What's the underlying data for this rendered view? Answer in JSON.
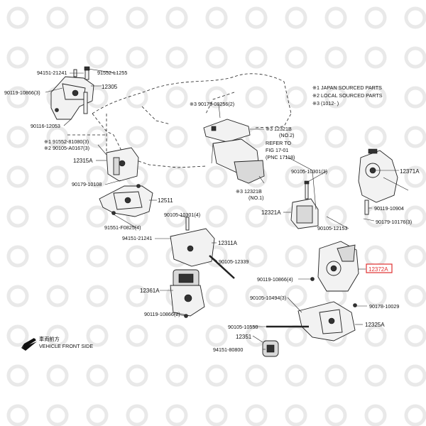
{
  "legend": {
    "line1": "※1 JAPAN SOURCED PARTS",
    "line2": "※2 LOCAL SOURCED PARTS",
    "line3": "※3 (1012-       )"
  },
  "front_indicator": {
    "jp": "車両前方",
    "en": "VEHICLE FRONT SIDE"
  },
  "refer_note": [
    "REFER TO",
    "FIG 17-01",
    "(PNC 17118)"
  ],
  "highlight_part": "12372A",
  "highlight_color": "#e03030",
  "labels": {
    "l94151_21241_top": "94151-21241",
    "l91552_l1255": "91552-L1255",
    "l90119_10866_3": "90119-10866(3)",
    "l12305": "12305",
    "l90116_12053": "90116-12053",
    "l91552_81080": "※1 91552-81080(3)",
    "l90105_a0167": "※2 90105-A0167(3)",
    "l12315a": "12315A",
    "l90179_10108": "90179-10108",
    "l12511": "12511",
    "l91551_f0825": "91551-F0825(4)",
    "l90179_08256": "※3 90179-08256(2)",
    "l12321b_top": "※3 12321B",
    "l12321b_top_no": "(NO.2)",
    "l12321b_bot": "※3 12321B",
    "l12321b_bot_no": "(NO.1)",
    "l90105_10301_4": "90105-10301(4)",
    "l94151_21241_mid": "94151-21241",
    "l12311a": "12311A",
    "l90105_12339": "90105-12339",
    "l12361a": "12361A",
    "l90119_10866_2": "90119-10866(2)",
    "l90105_10301_3": "90105-10301(3)",
    "l12321a": "12321A",
    "l90105_12153": "90105-12153",
    "l12371a": "12371A",
    "l90119_10904": "90119-10904",
    "l90179_10176": "90179-10176(3)",
    "l90119_10866_4": "90119-10866(4)",
    "l12372a": "12372A",
    "l90105_10494": "90105-10494(3)",
    "l90178_10029": "90178-10029",
    "l90105_10550": "90105-10550",
    "l12325a": "12325A",
    "l12351": "12351",
    "l94151_80800": "94151-80800"
  }
}
